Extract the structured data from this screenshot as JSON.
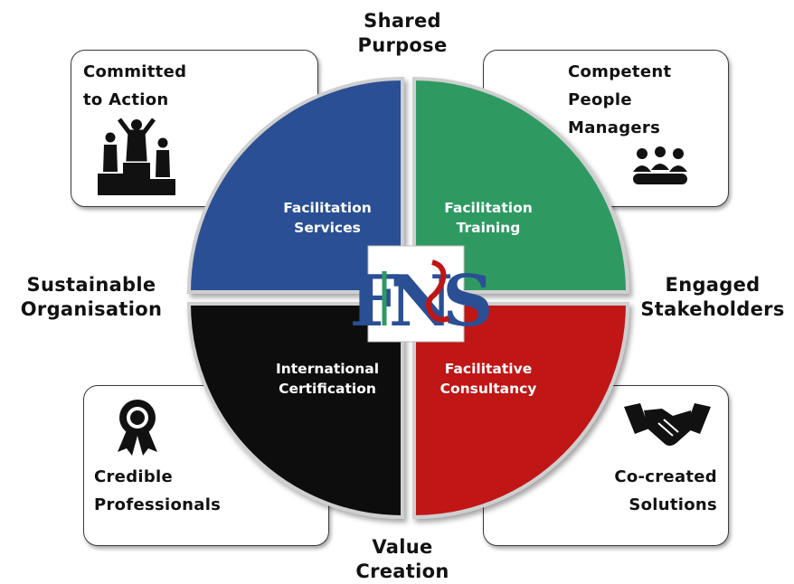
{
  "outer_labels": {
    "top": "Shared\nPurpose",
    "left": "Sustainable\nOrganisation",
    "right": "Engaged\nStakeholders",
    "bottom": "Value\nCreation"
  },
  "boxes": {
    "top_left": "Committed\nto Action",
    "top_right": "Competent\nPeople\nManagers",
    "bottom_left": "Credible\nProfessionals",
    "bottom_right": "Co-created\nSolutions"
  },
  "quadrants": {
    "top_left": {
      "line1": "Facilitation",
      "line2": "Services",
      "color": "#2b4f94"
    },
    "top_right": {
      "line1": "Facilitation",
      "line2": "Training",
      "color": "#2e9a62"
    },
    "bottom_left": {
      "line1": "International",
      "line2": "Certification",
      "color": "#0a0a0a"
    },
    "bottom_right": {
      "line1": "Facilitative",
      "line2": "Consultancy",
      "color": "#c01515"
    }
  },
  "logo": {
    "text": "FNS"
  },
  "icons": {
    "top_left": "podium-icon",
    "top_right": "group-meeting-icon",
    "bottom_left": "award-ribbon-icon",
    "bottom_right": "handshake-icon"
  }
}
